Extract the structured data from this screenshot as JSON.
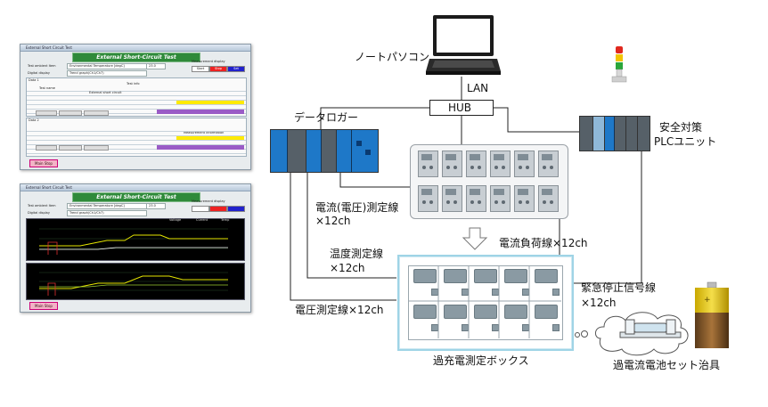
{
  "labels": {
    "laptop": "ノートパソコン",
    "lan": "LAN",
    "hub": "HUB",
    "data_logger": "データロガー",
    "safety_plc_line1": "安全対策",
    "safety_plc_line2": "PLCユニット",
    "current_voltage_line1": "電流(電圧)測定線",
    "current_voltage_line2": "×12ch",
    "temp_line1": "温度測定線",
    "temp_line2": "×12ch",
    "voltage_line": "電圧測定線×12ch",
    "load_line": "電流負荷線×12ch",
    "estop_line1": "緊急停止信号線",
    "estop_line2": "×12ch",
    "test_box": "過充電測定ボックス",
    "jig": "過電流電池セット治具"
  },
  "screenshot_top": {
    "window_title": "External Short Circuit Test",
    "banner": "External Short-Circuit Test",
    "ambient_label": "Test ambient Item",
    "ambient_value": "Environmental Temperature [degC]",
    "ambient_num": "23.0",
    "digital_label": "Digital display",
    "digital_value": "Trend graph(Ch1/Ch7)",
    "meas_label": "Measurement display",
    "btn_start": "Start",
    "btn_stop": "Stop",
    "btn_set": "Set",
    "panel1_title": "Data 1",
    "panel2_title": "Data 2",
    "test_info": "Test info",
    "test_name_label": "Test name",
    "test_name_value": "External short circuit",
    "meas_info": "Measurement information",
    "footer_button": "Main Stop"
  },
  "screenshot_bottom": {
    "window_title": "External Short Circuit Test",
    "banner": "External Short-Circuit Test",
    "ambient_label": "Test ambient Item",
    "ambient_value": "Environmental Temperature [degC]",
    "ambient_num": "23.0",
    "digital_label": "Digital display",
    "digital_value": "Trend graph(Ch1/Ch7)",
    "meas_label": "Measurement display",
    "legend_voltage": "Voltage",
    "legend_current": "Current",
    "legend_temp": "Temp",
    "footer_button": "Main Stop"
  },
  "colors": {
    "rack_blue": "#1e78c8",
    "rack_gray": "#566068",
    "banner_green": "#2f8a3a",
    "box_border": "#9fd4e6",
    "tower_red": "#e0281e",
    "tower_yellow": "#f2c400",
    "tower_green": "#2aa63a"
  },
  "icons": [
    "laptop-icon",
    "signal-tower-icon",
    "battery-icon",
    "jig-icon",
    "thought-cloud-icon",
    "down-arrow-icon"
  ]
}
